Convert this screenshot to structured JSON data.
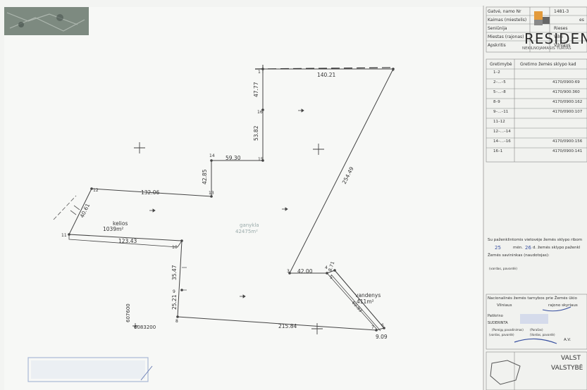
{
  "logo": {
    "brand": "RESIDENT",
    "tagline": "NEKILNOJAMASIS TURTAS",
    "color": "#e39a3b"
  },
  "plan": {
    "segments": [
      {
        "label": "140.21"
      },
      {
        "label": "47.77"
      },
      {
        "label": "53.82"
      },
      {
        "label": "59.30"
      },
      {
        "label": "42.85"
      },
      {
        "label": "132.06"
      },
      {
        "label": "40.61"
      },
      {
        "label": "123.43"
      },
      {
        "label": "35.47"
      },
      {
        "label": "25.21"
      },
      {
        "label": "215.84"
      },
      {
        "label": "254.49"
      },
      {
        "label": "42.00"
      },
      {
        "label": "8.71"
      },
      {
        "label": "9.09"
      },
      {
        "label": "60.93"
      }
    ],
    "points": [
      "1",
      "2",
      "3",
      "4",
      "5",
      "6",
      "7",
      "8",
      "9",
      "10",
      "11",
      "12",
      "13",
      "14",
      "15",
      "16"
    ],
    "areas": {
      "main_name": "ganykla",
      "main_area": "42475m²",
      "road_name": "kelios",
      "road_area": "1039m²",
      "water_name": "vandenys",
      "water_area": "411m²"
    },
    "coords": {
      "c1": "607600",
      "c2": "6083200"
    }
  },
  "form": {
    "rows": [
      "Gatvė, namo Nr",
      "Kaimas (miestelis)",
      "Seniūnija",
      "Miestas (rajonas)",
      "Apskritis"
    ],
    "right_values": [
      "1481-3",
      "es",
      "Rieses",
      "Vilni",
      "Vilniaus"
    ],
    "table_headers": [
      "Gretimybė",
      "Gretimo žemės sklypo kad"
    ],
    "neighbors": [
      {
        "range": "1–2",
        "code": ""
      },
      {
        "range": "2–...–5",
        "code": "4170/0900:69"
      },
      {
        "range": "5–...–8",
        "code": "4170/900:360"
      },
      {
        "range": "8–9",
        "code": "4170/0900:162"
      },
      {
        "range": "9–...–11",
        "code": "4170/0900:107"
      },
      {
        "range": "11–12",
        "code": ""
      },
      {
        "range": "12–...–14",
        "code": ""
      },
      {
        "range": "14–...–16",
        "code": "4170/0900:156"
      },
      {
        "range": "16–1",
        "code": "4170/0900:141"
      }
    ],
    "sign_text": [
      "Su paženklintomis vietovėje žemės sklypo ribom",
      "mėn.",
      "d. žemės sklypo paženkl",
      "Žemės savininkas (naudotojas):",
      "(vardas, pavardė)"
    ],
    "office_text": [
      "Nacionalinės žemės tarnybos prie Žemės ūkio",
      "Vilniaus",
      "rajono skyriaus",
      "Patikrino",
      "SUDERINTA",
      "(Pareigų pavadinimas)",
      "(Parašas)",
      "(vardas, pavardė)",
      "(Vardas, pavardė)",
      "A.V."
    ],
    "handwritten": [
      "25",
      "26"
    ],
    "bottom": [
      "VALST",
      "VALSTYBĖ"
    ]
  }
}
